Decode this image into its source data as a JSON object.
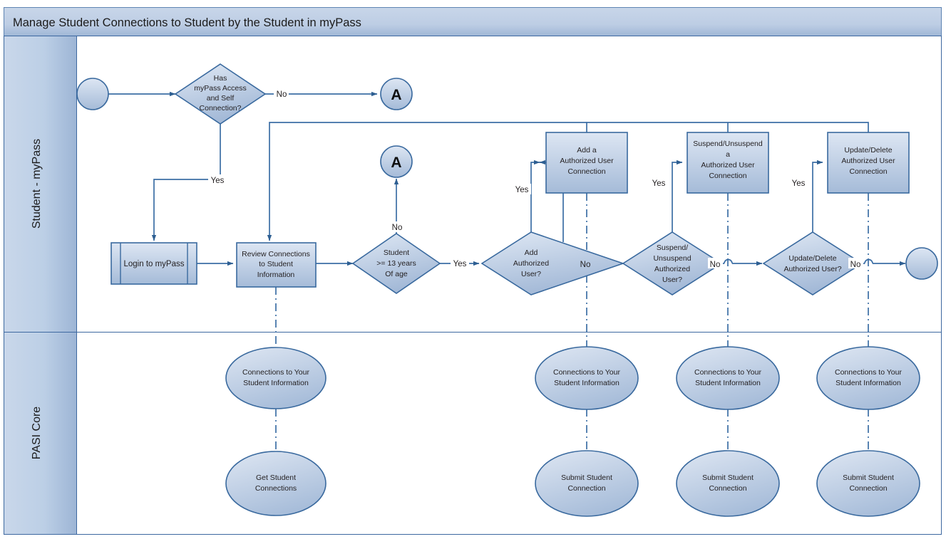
{
  "diagram": {
    "title": "Manage Student Connections to Student by the Student in myPass",
    "colors": {
      "band_top": "#c3d2e8",
      "band_bottom": "#9cb4d4",
      "shape_top": "#dbe4f1",
      "shape_bottom": "#a8bdd9",
      "border": "#39699e",
      "line": "#3c6ea5",
      "text": "#231f20"
    },
    "lanes": [
      {
        "id": "lane-student-mypass",
        "label": "Student - myPass"
      },
      {
        "id": "lane-pasi-core",
        "label": "PASI Core"
      }
    ]
  },
  "nodes": {
    "start": {
      "label": "",
      "type": "terminator"
    },
    "end": {
      "label": "",
      "type": "terminator"
    },
    "d_has_access": {
      "label": "Has\nmyPass Access\nand Self\nConnection?",
      "type": "decision"
    },
    "conn_a_top": {
      "label": "A",
      "type": "connector"
    },
    "conn_a_mid": {
      "label": "A",
      "type": "connector"
    },
    "p_login": {
      "label": "Login to myPass",
      "type": "predefined-process"
    },
    "p_review": {
      "label": "Review Connections\nto Student\nInformation",
      "type": "process"
    },
    "d_age": {
      "label": "Student\n>= 13 years\nOf age",
      "type": "decision"
    },
    "d_add": {
      "label": "Add\nAuthorized\nUser?",
      "type": "decision"
    },
    "d_suspend": {
      "label": "Suspend/\nUnsuspend\nAuthorized\nUser?",
      "type": "decision"
    },
    "d_update": {
      "label": "Update/Delete\nAuthorized User?",
      "type": "decision"
    },
    "p_add": {
      "label": "Add a\nAuthorized User\nConnection",
      "type": "process"
    },
    "p_suspend": {
      "label": "Suspend/Unsuspend\na\nAuthorized User\nConnection",
      "type": "process"
    },
    "p_update": {
      "label": "Update/Delete\nAuthorized User\nConnection",
      "type": "process"
    },
    "e_conn_1": {
      "label": "Connections to Your\nStudent Information",
      "type": "data"
    },
    "e_conn_2": {
      "label": "Connections to Your\nStudent Information",
      "type": "data"
    },
    "e_conn_3": {
      "label": "Connections to Your\nStudent Information",
      "type": "data"
    },
    "e_conn_4": {
      "label": "Connections to Your\nStudent Information",
      "type": "data"
    },
    "e_get": {
      "label": "Get Student\nConnections",
      "type": "data"
    },
    "e_submit_1": {
      "label": "Submit Student\nConnection",
      "type": "data"
    },
    "e_submit_2": {
      "label": "Submit Student\nConnection",
      "type": "data"
    },
    "e_submit_3": {
      "label": "Submit Student\nConnection",
      "type": "data"
    }
  },
  "edge_labels": {
    "has_access_no": "No",
    "has_access_yes": "Yes",
    "age_no": "No",
    "age_yes": "Yes",
    "add_yes": "Yes",
    "add_no": "No",
    "suspend_yes": "Yes",
    "suspend_no": "No",
    "update_yes": "Yes",
    "update_no": "No"
  }
}
